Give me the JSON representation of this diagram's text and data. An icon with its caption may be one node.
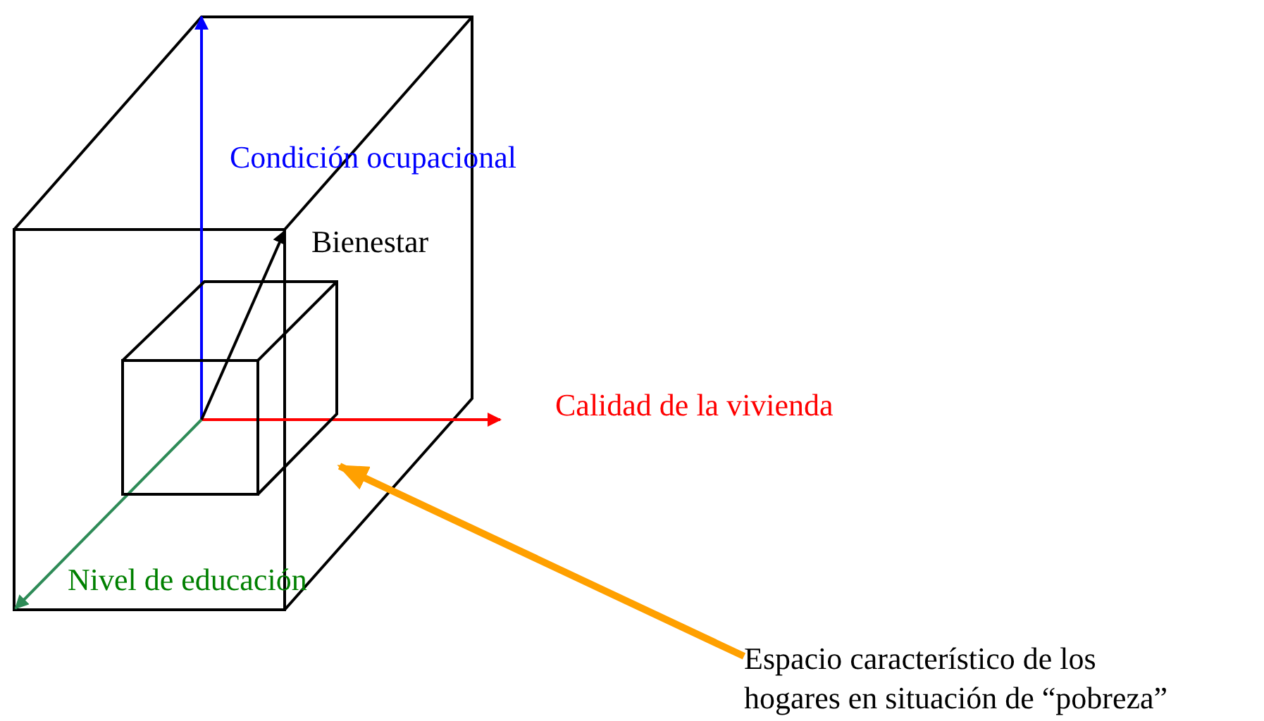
{
  "diagram": {
    "nodes": [
      {
        "text": [
          "Espacio característico de los hogares en situación de “pobreza”"
        ]
      },
      {
        "text": [],
        "shape": "box"
      }
    ],
    "edges": [
      {
        "from": 0,
        "to": 1,
        "arrow": "to",
        "color": "#ffa000"
      }
    ],
    "labels": [
      "Condición ocupacional",
      "Bienestar",
      "Calidad de la vivienda",
      "Nivel de educación"
    ]
  }
}
